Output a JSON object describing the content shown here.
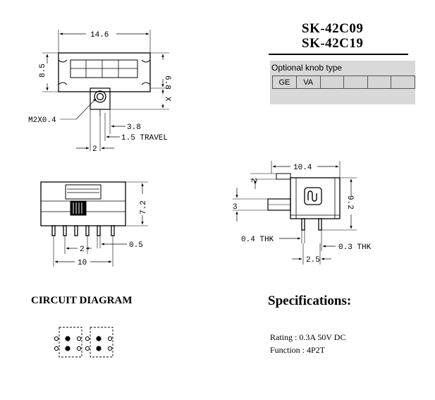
{
  "models": [
    "SK-42C09",
    "SK-42C19"
  ],
  "knob": {
    "title": "Optional knob type",
    "options": [
      "GE",
      "VA",
      "",
      "",
      "",
      ""
    ]
  },
  "top_view": {
    "width_dim": "14.6",
    "left_height_dim": "8.5",
    "right_height_dim": "6.8",
    "x_dim": "X",
    "thread": "M2X0.4",
    "dim_3_8": "3.8",
    "travel": "1.5 TRAVEL",
    "dim_2": "2"
  },
  "front_view": {
    "height_dim": "7.2",
    "pitch_dim": "2",
    "pin_dim": "0.5",
    "width_dim": "10"
  },
  "side_view": {
    "width_dim": "10.4",
    "top_dim": "2",
    "knob_dim": "3",
    "height_dim": "9.2",
    "thk_left": "0.4 THK",
    "thk_right": "0.3 THK",
    "pitch_dim": "2.5"
  },
  "circuit": {
    "heading": "CIRCUIT DIAGRAM"
  },
  "specs": {
    "heading": "Specifications:",
    "rating": "Rating : 0.3A 50V DC",
    "function": "Function : 4P2T"
  }
}
